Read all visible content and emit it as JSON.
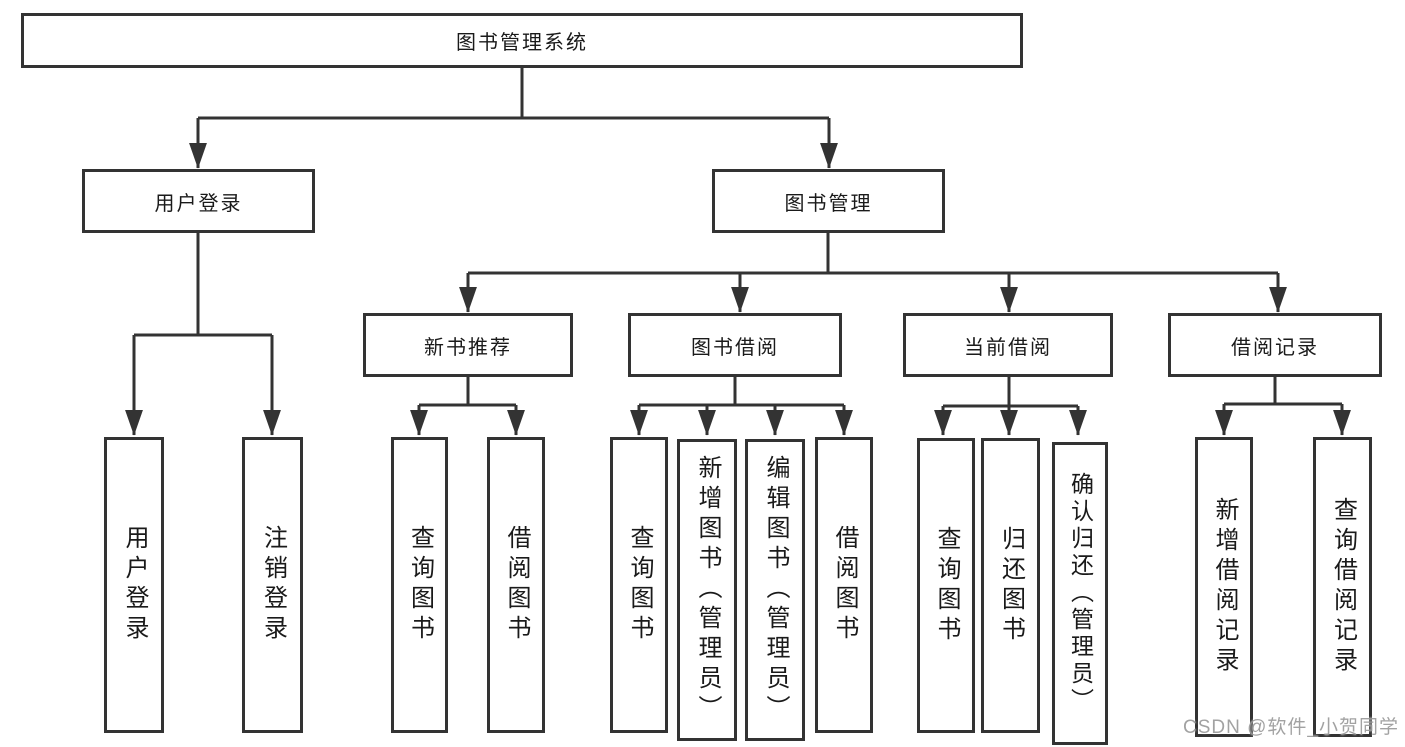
{
  "diagram": {
    "title": "图书管理系统",
    "branches": [
      {
        "label": "用户登录",
        "children": [
          {
            "label": "用户登录"
          },
          {
            "label": "注销登录"
          }
        ]
      },
      {
        "label": "图书管理",
        "sections": [
          {
            "label": "新书推荐",
            "children": [
              {
                "label": "查询图书"
              },
              {
                "label": "借阅图书"
              }
            ]
          },
          {
            "label": "图书借阅",
            "children": [
              {
                "label": "查询图书"
              },
              {
                "label": "新增图书（管理员）"
              },
              {
                "label": "编辑图书（管理员）"
              },
              {
                "label": "借阅图书"
              }
            ]
          },
          {
            "label": "当前借阅",
            "children": [
              {
                "label": "查询图书"
              },
              {
                "label": "归还图书"
              },
              {
                "label": "确认归还（管理员）"
              }
            ]
          },
          {
            "label": "借阅记录",
            "children": [
              {
                "label": "新增借阅记录"
              },
              {
                "label": "查询借阅记录"
              }
            ]
          }
        ]
      }
    ]
  },
  "watermark": {
    "text": "CSDN @软件_小贺同学"
  },
  "colors": {
    "line": "#333333",
    "text": "#1a1a1a",
    "box_background": "#ffffff",
    "watermark": "#9b9b9b",
    "background": "#ffffff"
  }
}
